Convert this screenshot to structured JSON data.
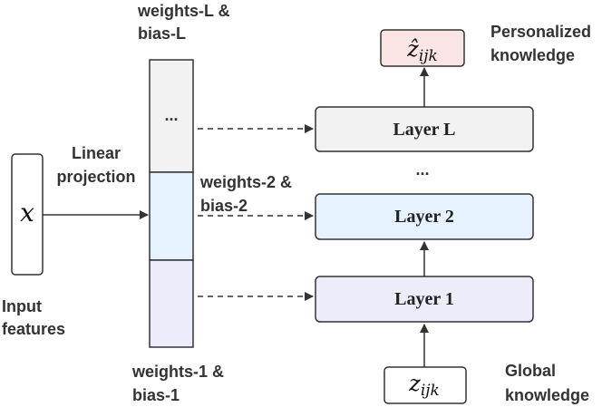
{
  "input": {
    "symbol": "x",
    "caption_line1": "Input",
    "caption_line2": "features"
  },
  "projection": {
    "label_line1": "Linear",
    "label_line2": "projection"
  },
  "param_stack": {
    "top_label_line1": "weights-L &",
    "top_label_line2": "bias-L",
    "mid_label_line1": "weights-2 &",
    "mid_label_line2": "bias-2",
    "bottom_label_line1": "weights-1 &",
    "bottom_label_line2": "bias-1",
    "ellipsis": "...",
    "colors": {
      "top": "#f2f2f2",
      "mid": "#e6f2ff",
      "bottom": "#ececfb"
    }
  },
  "layers": {
    "layer_l": "Layer L",
    "layer_2": "Layer 2",
    "layer_1": "Layer 1",
    "between_ellipsis": "...",
    "colors": {
      "layer_l": "#f2f2f2",
      "layer_2": "#e6f2ff",
      "layer_1": "#ececfb"
    }
  },
  "output": {
    "symbol": "ẑ",
    "subscript": "ijk",
    "caption_line1": "Personalized",
    "caption_line2": "knowledge",
    "color": "#fbe4e4"
  },
  "global": {
    "symbol": "z",
    "subscript": "ijk",
    "caption_line1": "Global",
    "caption_line2": "knowledge"
  }
}
